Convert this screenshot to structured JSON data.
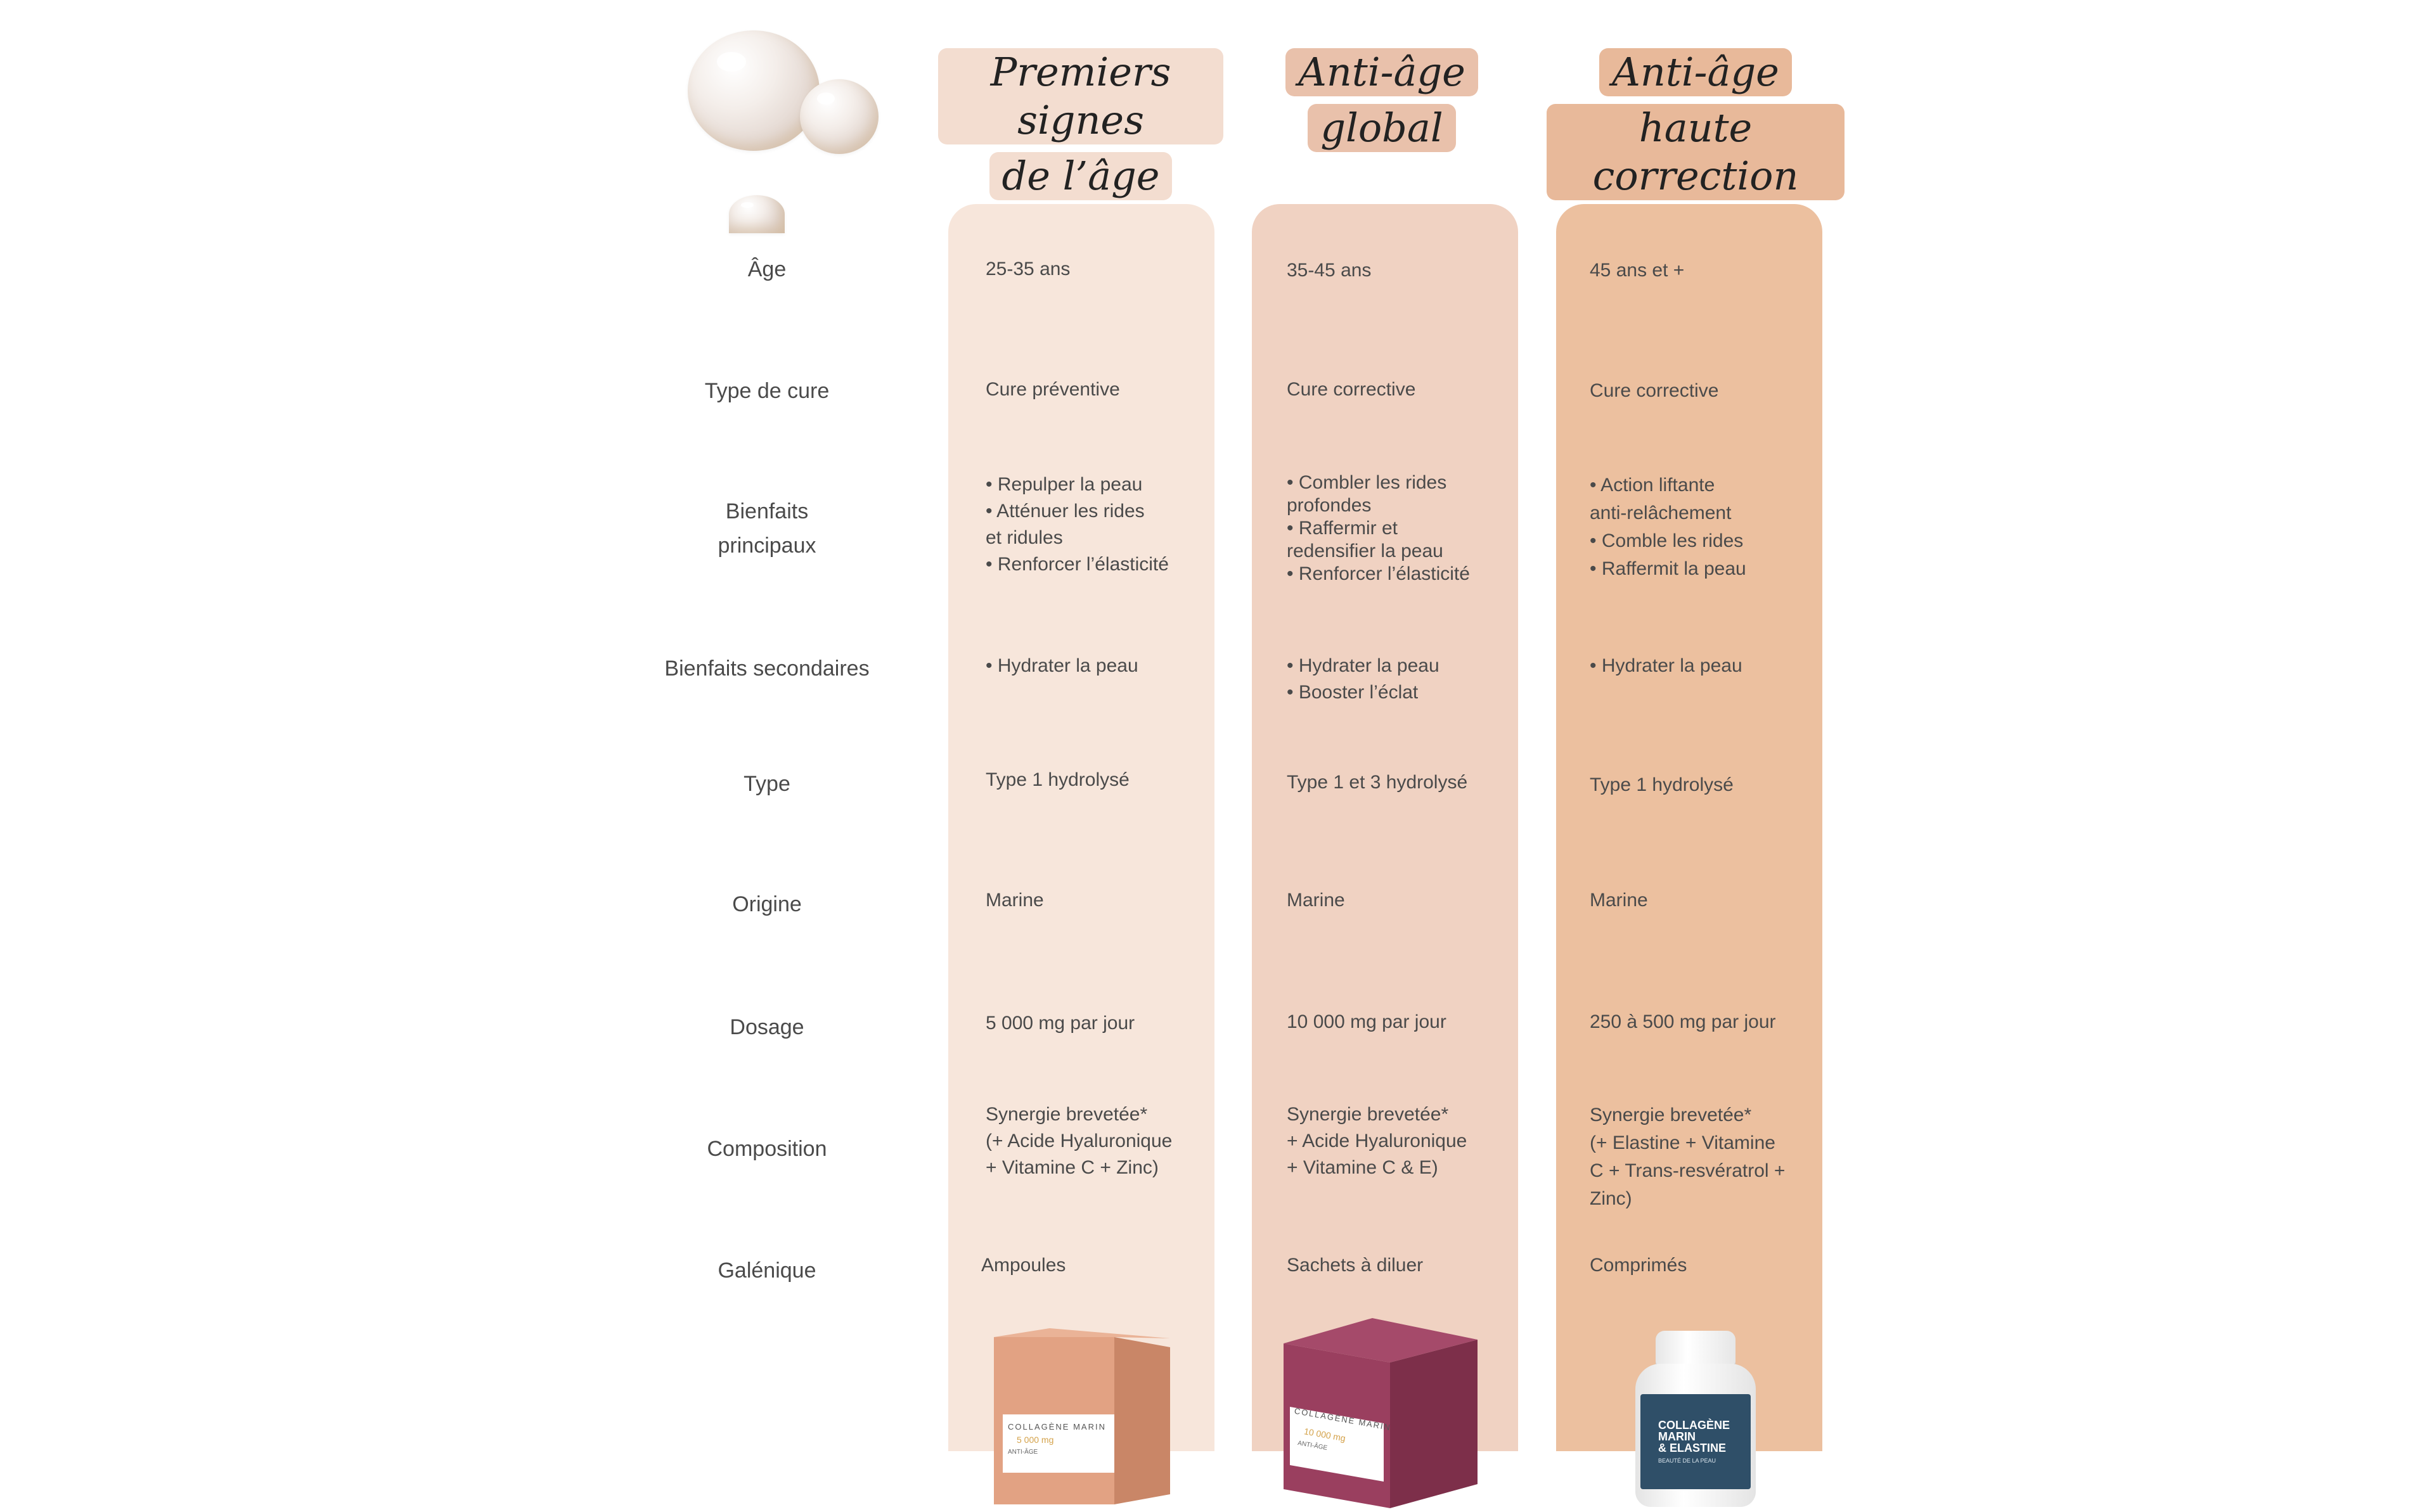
{
  "headers": [
    {
      "lines": [
        "Premiers signes",
        "de l’âge"
      ]
    },
    {
      "lines": [
        "Anti-âge",
        "global"
      ]
    },
    {
      "lines": [
        "Anti-âge",
        "haute correction"
      ]
    }
  ],
  "row_labels": {
    "age": "Âge",
    "cure": "Type de cure",
    "bienfaits_1": "Bienfaits",
    "bienfaits_2": "principaux",
    "secondaires": "Bienfaits secondaires",
    "type": "Type",
    "origine": "Origine",
    "dosage": "Dosage",
    "composition": "Composition",
    "galenique": "Galénique"
  },
  "products": [
    {
      "age": "25-35 ans",
      "cure": "Cure préventive",
      "bienfaits": [
        "• Repulper la peau",
        "• Atténuer les rides",
        "et ridules",
        "• Renforcer l’élasticité"
      ],
      "secondaires": [
        "• Hydrater la peau"
      ],
      "type": "Type 1 hydrolysé",
      "origine": "Marine",
      "dosage": "5 000 mg par jour",
      "composition": [
        "Synergie brevetée*",
        "(+ Acide Hyaluronique",
        "+ Vitamine C + Zinc)"
      ],
      "galenique": "Ampoules",
      "pack": {
        "title": "COLLAGÈNE MARIN",
        "dose": "5 000 mg",
        "sub": "ANTI-ÂGE",
        "color": "#dd9a7c"
      }
    },
    {
      "age": "35-45 ans",
      "cure": "Cure corrective",
      "bienfaits": [
        "• Combler les rides",
        "profondes",
        "• Raffermir et",
        "redensifier la peau",
        "• Renforcer l’élasticité"
      ],
      "secondaires": [
        "• Hydrater la peau",
        "• Booster l’éclat"
      ],
      "type": "Type 1 et 3 hydrolysé",
      "origine": "Marine",
      "dosage": "10 000 mg par jour",
      "composition": [
        "Synergie brevetée*",
        "+ Acide Hyaluronique",
        "+ Vitamine C & E)"
      ],
      "galenique": "Sachets à diluer",
      "pack": {
        "title": "COLLAGÈNE MARIN",
        "dose": "10 000 mg",
        "sub": "ANTI-ÂGE",
        "color": "#8e3a56"
      }
    },
    {
      "age": "45 ans et +",
      "cure": "Cure corrective",
      "bienfaits": [
        "• Action liftante",
        "anti-relâchement",
        "• Comble les rides",
        "• Raffermit la peau"
      ],
      "secondaires": [
        "• Hydrater la peau"
      ],
      "type": "Type 1 hydrolysé",
      "origine": "Marine",
      "dosage": "250 à 500 mg par jour",
      "composition": [
        "Synergie brevetée*",
        "(+ Elastine + Vitamine",
        "C + Trans-resvératrol +",
        "Zinc)"
      ],
      "galenique": "Comprimés",
      "pack": {
        "title_1": "COLLAGÈNE",
        "title_2": "MARIN",
        "title_3": "& ELASTINE",
        "sub": "BEAUTÉ DE LA PEAU",
        "color": "#2f4f68"
      }
    }
  ]
}
